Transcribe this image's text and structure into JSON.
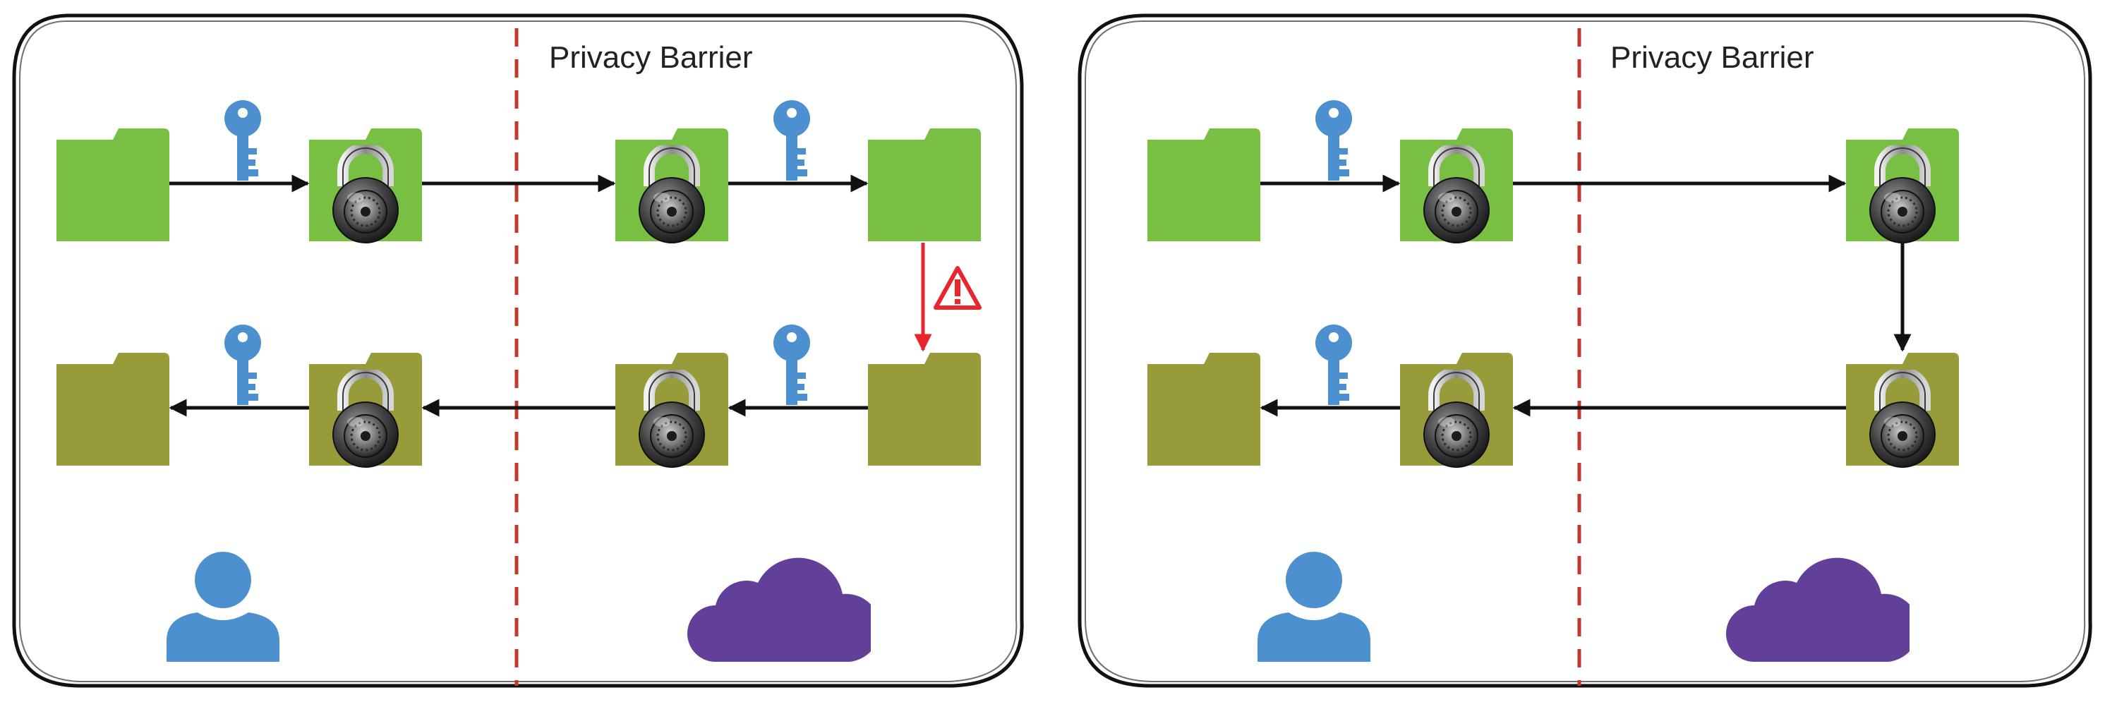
{
  "diagram": {
    "panels": [
      {
        "id": "left",
        "barrier_label": "Privacy Barrier",
        "warning_on_drop_arrow": true,
        "colors": {
          "drop_arrow": "#e8262d"
        },
        "icons": [
          "user-icon",
          "cloud-icon",
          "key-icon",
          "lock-icon",
          "folder-icon",
          "warning-icon"
        ]
      },
      {
        "id": "right",
        "barrier_label": "Privacy Barrier",
        "warning_on_drop_arrow": false,
        "colors": {
          "drop_arrow": "#111111"
        },
        "icons": [
          "user-icon",
          "cloud-icon",
          "key-icon",
          "lock-icon",
          "folder-icon"
        ]
      }
    ],
    "colors": {
      "folder_upper": "#79bf44",
      "folder_lower": "#979b39",
      "key": "#4d90d0",
      "user": "#4d90d0",
      "cloud": "#62409a",
      "barrier_line": "#c0392b",
      "arrow": "#111111",
      "warning": "#e8262d"
    }
  }
}
